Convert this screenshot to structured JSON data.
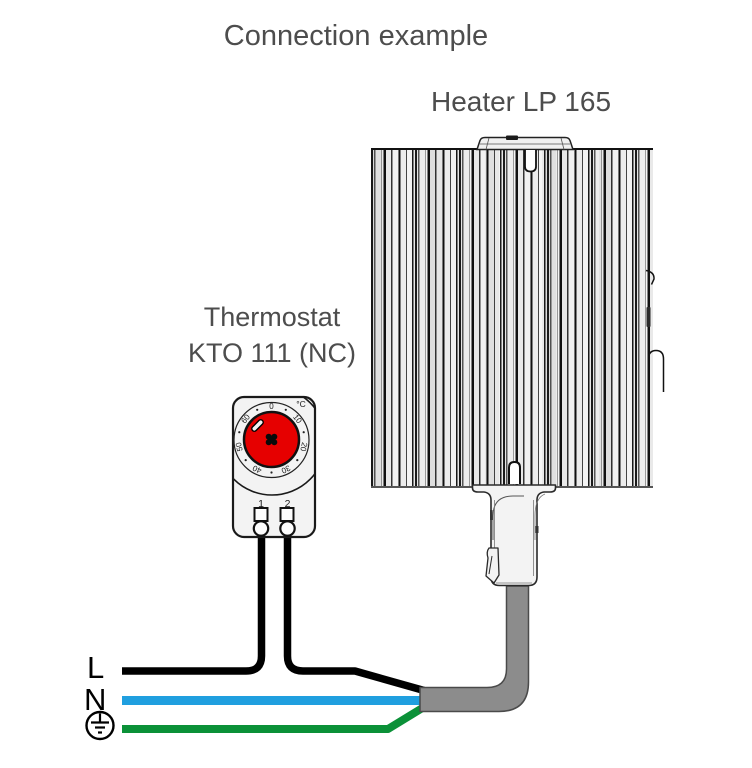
{
  "title": "Connection example",
  "heater": {
    "label": "Heater LP 165",
    "cable_color": "#8C8C8C"
  },
  "thermostat": {
    "label_line1": "Thermostat",
    "label_line2": "KTO 111 (NC)",
    "dial": {
      "unit": "°C",
      "scale_labels": [
        "0",
        "10",
        "20",
        "30",
        "40",
        "50",
        "60"
      ],
      "knob_color": "#E60000"
    },
    "terminals": [
      "1",
      "2"
    ]
  },
  "power": {
    "line_label": "L",
    "neutral_label": "N",
    "line_color": "#000000",
    "neutral_color": "#209FDF",
    "earth_color": "#0B9138"
  }
}
